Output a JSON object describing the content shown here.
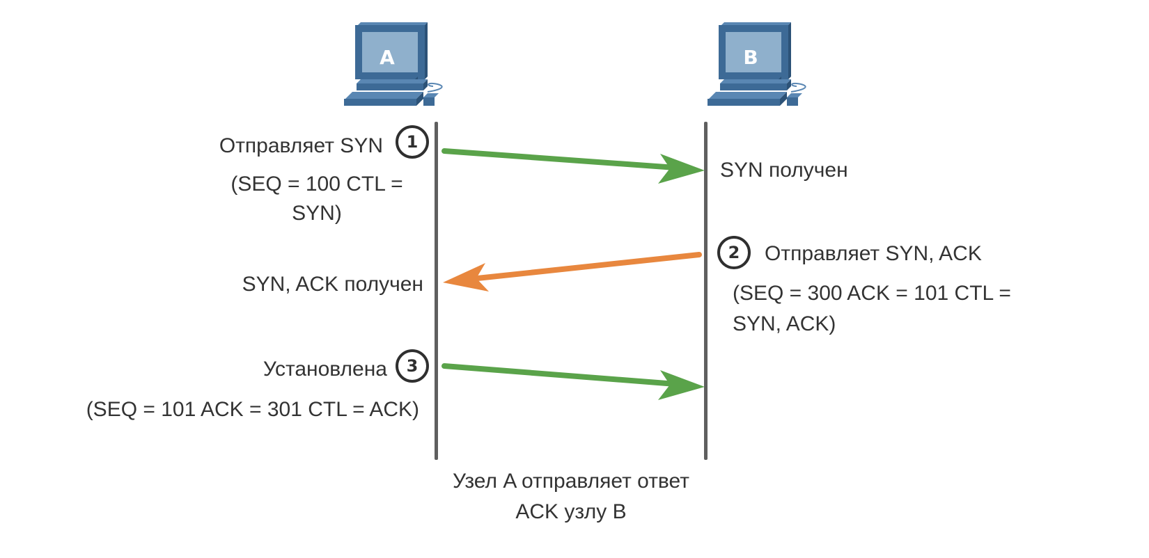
{
  "hosts": {
    "a": {
      "label": "A"
    },
    "b": {
      "label": "B"
    }
  },
  "colors": {
    "timeline": "#5f5f5f",
    "syn_arrow": "#5aa34a",
    "synack_arrow": "#e8873e",
    "ack_arrow": "#5aa34a",
    "host_body": "#3d6a96",
    "host_screen": "#8fb0cc"
  },
  "steps": {
    "step1": {
      "number": "1",
      "action": "Отправляет SYN",
      "detail_line1": "(SEQ = 100 CTL =",
      "detail_line2": "SYN)",
      "receiver_text": "SYN получен"
    },
    "step2": {
      "number": "2",
      "action": "Отправляет SYN, ACK",
      "detail_line1": "(SEQ = 300 ACK = 101 CTL =",
      "detail_line2": "SYN, ACK)",
      "receiver_text": "SYN, ACK получен"
    },
    "step3": {
      "number": "3",
      "action": "Установлена",
      "detail": "(SEQ = 101 ACK = 301 CTL = ACK)"
    }
  },
  "caption": {
    "line1": "Узел A отправляет ответ",
    "line2": "ACK узлу B"
  }
}
